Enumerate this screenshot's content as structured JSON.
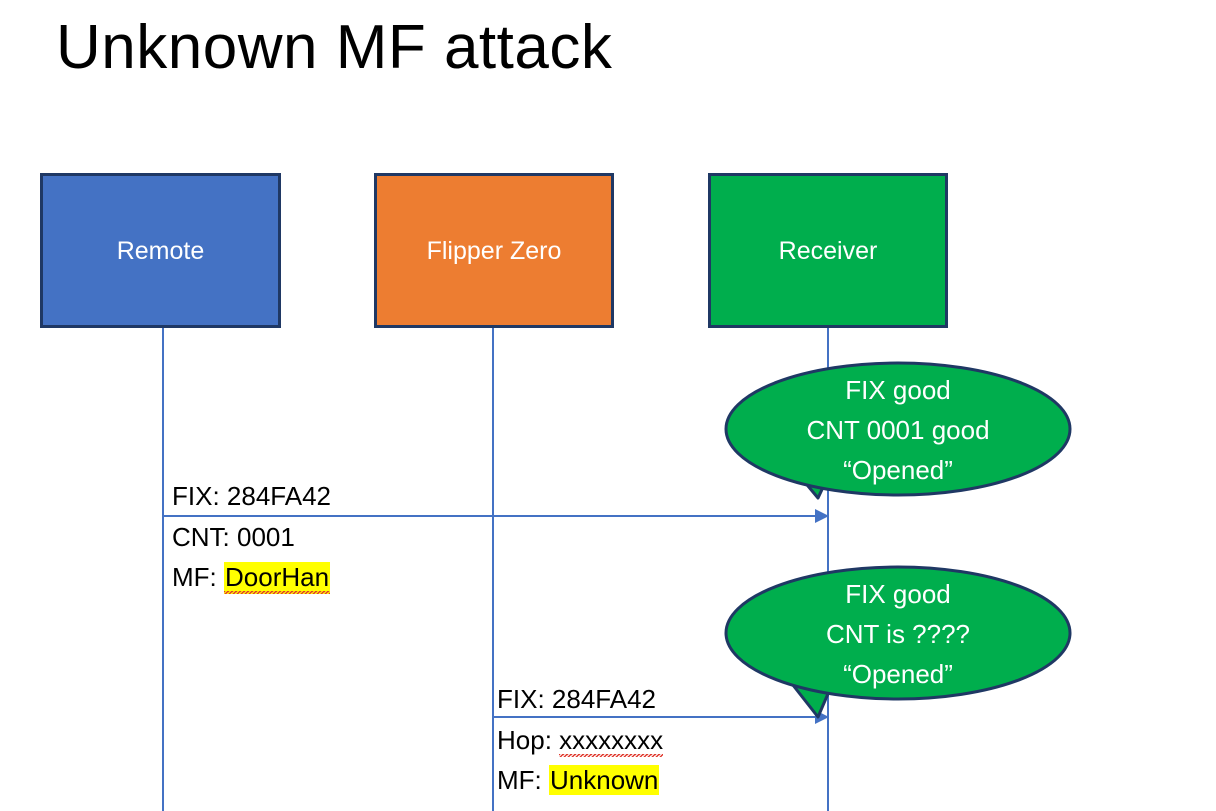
{
  "slide": {
    "title": "Unknown MF attack",
    "background": "#FFFFFF"
  },
  "colors": {
    "remote_fill": "#4472C4",
    "flipper_fill": "#ED7D31",
    "receiver_fill": "#00AE4D",
    "box_border": "#1F3864",
    "line": "#4472C4",
    "highlight": "#FFFF00",
    "spellcheck_underline": "#E03A2F",
    "callout_fill": "#00AE4D",
    "callout_border": "#1F3864",
    "text": "#000000",
    "box_text": "#FFFFFF"
  },
  "actors": [
    {
      "id": "remote",
      "label": "Remote"
    },
    {
      "id": "flipper",
      "label": "Flipper Zero"
    },
    {
      "id": "receiver",
      "label": "Receiver"
    }
  ],
  "messages": [
    {
      "id": "remote-to-receiver",
      "from": "remote",
      "to": "receiver",
      "lines": [
        {
          "label": "FIX: ",
          "value": "284FA42",
          "highlight": false,
          "spellcheck": false
        },
        {
          "label": "CNT: ",
          "value": "0001",
          "highlight": false,
          "spellcheck": false
        },
        {
          "label": "MF: ",
          "value": "DoorHan",
          "highlight": true,
          "spellcheck": true
        }
      ]
    },
    {
      "id": "flipper-to-receiver",
      "from": "flipper",
      "to": "receiver",
      "lines": [
        {
          "label": "FIX: ",
          "value": "284FA42",
          "highlight": false,
          "spellcheck": false
        },
        {
          "label": "Hop: ",
          "value": "xxxxxxxx",
          "highlight": false,
          "spellcheck": true
        },
        {
          "label": "MF: ",
          "value": "Unknown",
          "highlight": true,
          "spellcheck": false
        }
      ]
    }
  ],
  "callouts": [
    {
      "id": "callout-1",
      "anchor": "receiver",
      "lines": [
        "FIX good",
        "CNT 0001 good",
        "“Opened”"
      ]
    },
    {
      "id": "callout-2",
      "anchor": "receiver",
      "lines": [
        "FIX good",
        "CNT is ????",
        "“Opened”"
      ]
    }
  ]
}
